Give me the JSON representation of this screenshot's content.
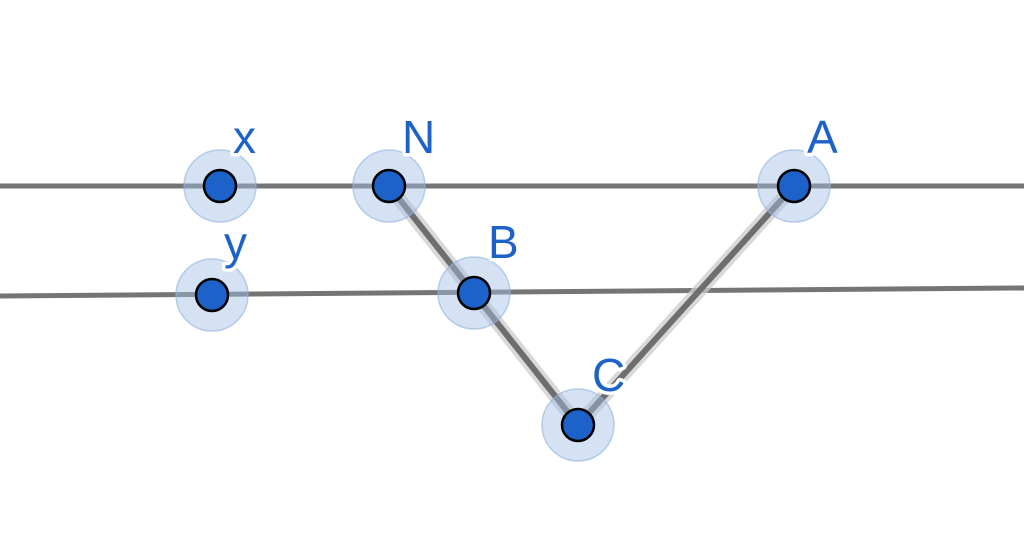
{
  "diagram": {
    "points": [
      {
        "id": "x",
        "label": "x"
      },
      {
        "id": "N",
        "label": "N"
      },
      {
        "id": "A",
        "label": "A"
      },
      {
        "id": "y",
        "label": "y"
      },
      {
        "id": "B",
        "label": "B"
      },
      {
        "id": "C",
        "label": "C"
      }
    ],
    "lines": [
      {
        "id": "line-through-x-N-A",
        "through": [
          "x",
          "N",
          "A"
        ]
      },
      {
        "id": "line-through-y-B",
        "through": [
          "y",
          "B"
        ]
      }
    ],
    "segments": [
      {
        "id": "segment-N-C",
        "from": "N",
        "to": "C",
        "passes_through": "B"
      },
      {
        "id": "segment-C-A",
        "from": "C",
        "to": "A"
      }
    ],
    "colors": {
      "point_fill": "#1d62c8",
      "point_outline": "#000000",
      "point_halo": "#9fbfe6",
      "line": "#757575",
      "label": "#1d62c8"
    }
  }
}
